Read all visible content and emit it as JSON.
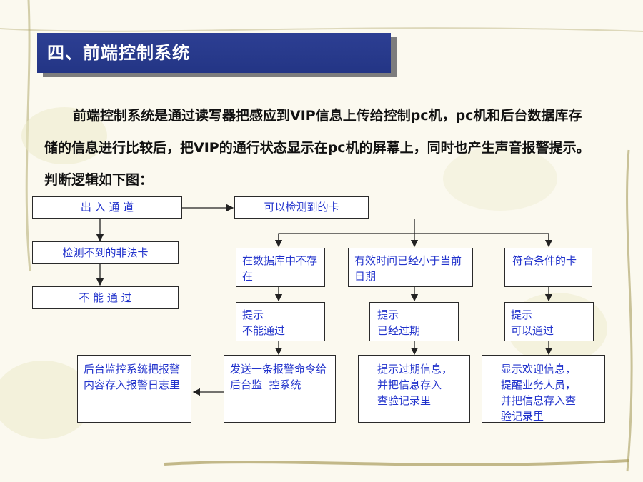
{
  "title": "四、前端控制系统",
  "paragraph": "前端控制系统是通过读写器把感应到VIP信息上传给控制pc机，pc机和后台数据库存储的信息进行比较后，把VIP的通行状态显示在pc机的屏幕上，同时也产生声音报警提示。 判断逻辑如下图：",
  "flow": {
    "entrance": "出 入 通 道",
    "detect_fail": "检测不到的非法卡",
    "deny": "不 能 通 过",
    "detect_ok": "可以检测到的卡",
    "not_in_db": "在数据库中不存在",
    "expired": "有效时间已经小于当前日期",
    "valid": "符合条件的卡",
    "hint_deny": "提示\n不能通过",
    "hint_expired": "提示\n已经过期",
    "hint_pass": "提示\n可以通过",
    "send_alarm": "发送一条报警命令给后台监  控系统",
    "backend_log": "后台监控系统把报警内容存入报警日志里",
    "show_expired": "提示过期信息，\n并把信息存入\n查验记录里",
    "show_welcome": "显示欢迎信息，\n提醒业务人员，\n并把信息存入查\n验记录里"
  },
  "colors": {
    "title_bg": "#2a3c8f",
    "flow_text": "#2233cc",
    "arrow": "#222222"
  }
}
